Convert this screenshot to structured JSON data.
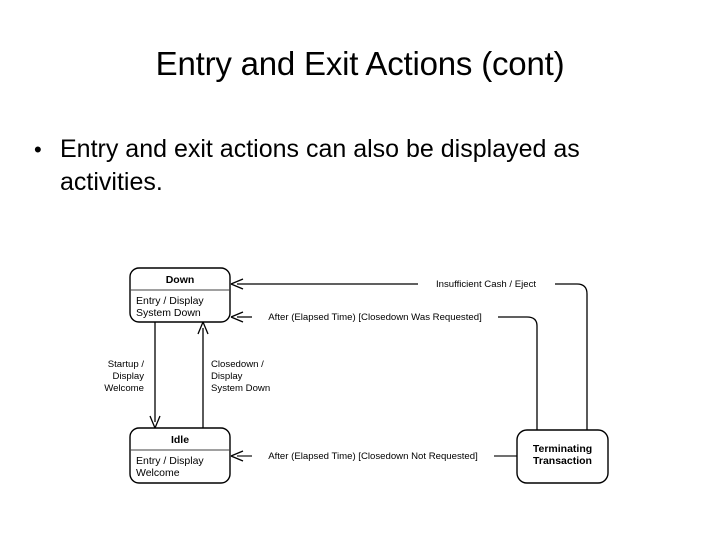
{
  "slide": {
    "title": "Entry and Exit Actions (cont)",
    "bullets": [
      {
        "marker": "•",
        "text": "Entry and exit actions can also be displayed as activities."
      }
    ]
  },
  "diagram": {
    "type": "uml-state-machine",
    "states": [
      {
        "id": "down",
        "name": "Down",
        "compartment": [
          "Entry / Display",
          "System Down"
        ]
      },
      {
        "id": "idle",
        "name": "Idle",
        "compartment": [
          "Entry / Display",
          "Welcome"
        ]
      },
      {
        "id": "terminating",
        "name_lines": [
          "Terminating",
          "Transaction"
        ]
      }
    ],
    "transitions": [
      {
        "id": "t1",
        "from": "terminating",
        "to": "down",
        "label": "Insufficient Cash / Eject"
      },
      {
        "id": "t2",
        "from": "terminating",
        "to": "down",
        "label": "After (Elapsed Time) [Closedown Was Requested]"
      },
      {
        "id": "t3",
        "from": "terminating",
        "to": "idle",
        "label": "After (Elapsed Time) [Closedown Not Requested]"
      },
      {
        "id": "t4",
        "from": "down",
        "to": "idle",
        "label_lines": [
          "Startup /",
          "Display",
          "Welcome"
        ]
      },
      {
        "id": "t5",
        "from": "idle",
        "to": "down",
        "label_lines": [
          "Closedown /",
          "Display",
          "System Down"
        ]
      }
    ],
    "colors": {
      "line": "#000000",
      "box_fill": "#ffffff",
      "box_stroke": "#000000",
      "divider": "#808080",
      "text": "#000000",
      "background": "#ffffff"
    }
  }
}
